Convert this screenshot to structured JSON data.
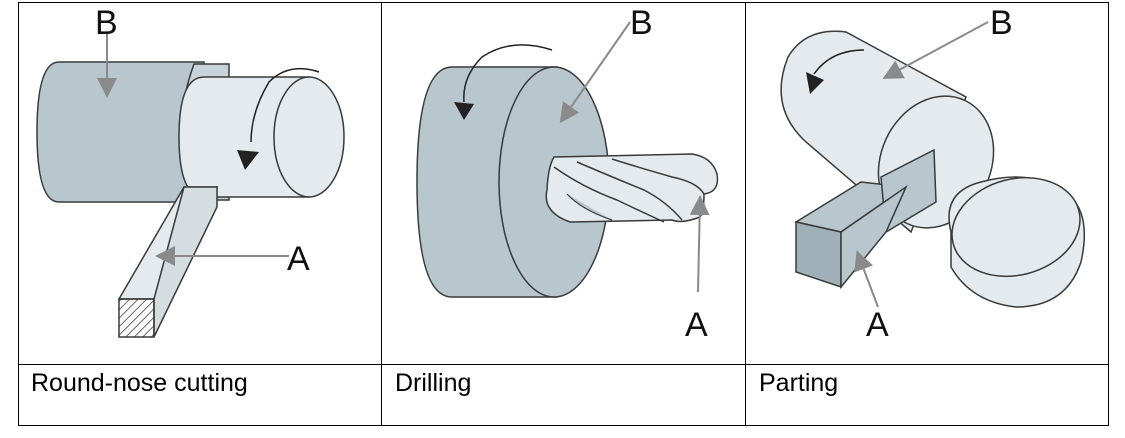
{
  "panels": [
    {
      "caption": "Round-nose cutting",
      "label_a": "A",
      "label_b": "B"
    },
    {
      "caption": "Drilling",
      "label_a": "A",
      "label_b": "B"
    },
    {
      "caption": "Parting",
      "label_a": "A",
      "label_b": "B"
    }
  ],
  "colors": {
    "workpiece_dark": "#b8c6cd",
    "workpiece_light": "#e4eaed",
    "outline": "#3a3a3a",
    "pointer": "#8a8a8a"
  }
}
